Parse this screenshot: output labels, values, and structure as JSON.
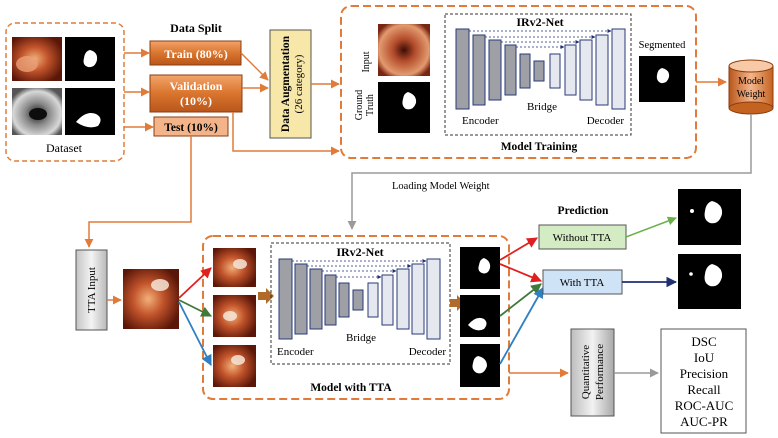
{
  "colors": {
    "dash_orange": "#e07b39",
    "box_orange": "#d9752e",
    "box_orange_light": "#f4b48a",
    "aug_yellow": "#f7e7a8",
    "line_gray": "#9a9a9a",
    "arrow_red": "#e02020",
    "arrow_green": "#3e7a3a",
    "arrow_blue": "#2f7fc2",
    "arrow_navy": "#1f2f70",
    "tta_green_fill": "#d4ecc3",
    "tta_blue_fill": "#cfe3f6",
    "net_dark": "#9ea0a6",
    "net_light": "#e6e8ef",
    "net_border": "#2a3a78"
  },
  "dataset": {
    "label": "Dataset"
  },
  "data_split": {
    "title": "Data Split",
    "train": "Train (80%)",
    "validation_line1": "Validation",
    "validation_line2": "(10%)",
    "test": "Test (10%)"
  },
  "augmentation": {
    "line1": "Data Augmentation",
    "line2": "(26 category)"
  },
  "training": {
    "net_title": "IRv2-Net",
    "input_label": "Input",
    "truth_line1": "Ground",
    "truth_line2": "Truth",
    "encoder": "Encoder",
    "bridge": "Bridge",
    "decoder": "Decoder",
    "segmented": "Segmented",
    "caption": "Model Training"
  },
  "model_weight": {
    "line1": "Model",
    "line2": "Weight"
  },
  "loading_label": "Loading Model Weight",
  "tta": {
    "input_label": "TTA Input",
    "net_title": "IRv2-Net",
    "encoder": "Encoder",
    "bridge": "Bridge",
    "decoder": "Decoder",
    "caption": "Model with TTA",
    "prediction_title": "Prediction",
    "without_tta": "Without TTA",
    "with_tta": "With TTA"
  },
  "performance": {
    "label_line1": "Quantitative",
    "label_line2": "Performance",
    "metrics": [
      "DSC",
      "IoU",
      "Precision",
      "Recall",
      "ROC-AUC",
      "AUC-PR"
    ]
  }
}
